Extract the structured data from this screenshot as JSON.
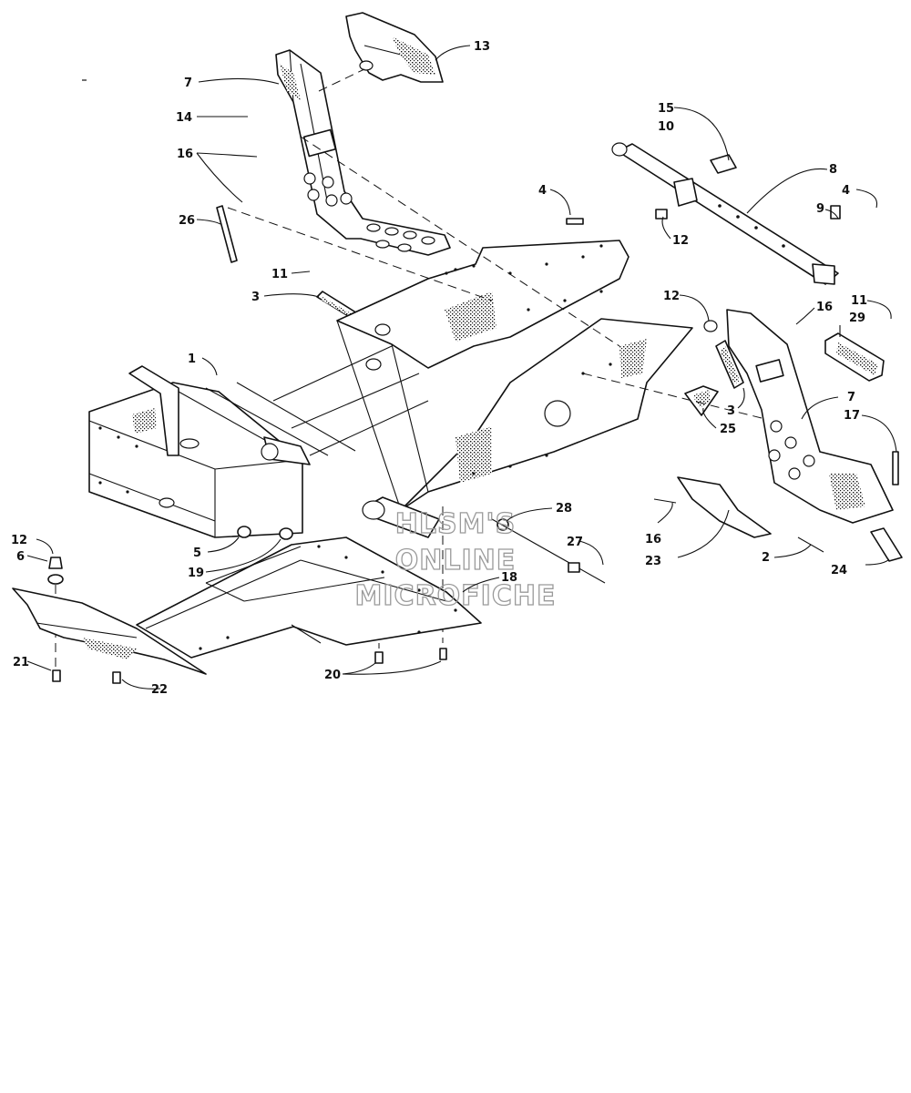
{
  "watermark": {
    "lines": [
      "HLSM'S",
      "ONLINE",
      "MICROFICHE"
    ]
  },
  "callouts": [
    {
      "id": "c13",
      "label": "13"
    },
    {
      "id": "c7a",
      "label": "7"
    },
    {
      "id": "c14",
      "label": "14"
    },
    {
      "id": "c16a",
      "label": "16"
    },
    {
      "id": "c26",
      "label": "26"
    },
    {
      "id": "c11a",
      "label": "11"
    },
    {
      "id": "c3a",
      "label": "3"
    },
    {
      "id": "c1",
      "label": "1"
    },
    {
      "id": "c4a",
      "label": "4"
    },
    {
      "id": "c15",
      "label": "15"
    },
    {
      "id": "c10",
      "label": "10"
    },
    {
      "id": "c8",
      "label": "8"
    },
    {
      "id": "c4b",
      "label": "4"
    },
    {
      "id": "c9",
      "label": "9"
    },
    {
      "id": "c12a",
      "label": "12"
    },
    {
      "id": "c12b",
      "label": "12"
    },
    {
      "id": "c16b",
      "label": "16"
    },
    {
      "id": "c11b",
      "label": "11"
    },
    {
      "id": "c29",
      "label": "29"
    },
    {
      "id": "c3b",
      "label": "3"
    },
    {
      "id": "c25",
      "label": "25"
    },
    {
      "id": "c7b",
      "label": "7"
    },
    {
      "id": "c17",
      "label": "17"
    },
    {
      "id": "c16c",
      "label": "16"
    },
    {
      "id": "c23",
      "label": "23"
    },
    {
      "id": "c2",
      "label": "2"
    },
    {
      "id": "c24",
      "label": "24"
    },
    {
      "id": "c28",
      "label": "28"
    },
    {
      "id": "c27",
      "label": "27"
    },
    {
      "id": "c18",
      "label": "18"
    },
    {
      "id": "c5",
      "label": "5"
    },
    {
      "id": "c19",
      "label": "19"
    },
    {
      "id": "c12c",
      "label": "12"
    },
    {
      "id": "c6",
      "label": "6"
    },
    {
      "id": "c21",
      "label": "21"
    },
    {
      "id": "c22",
      "label": "22"
    },
    {
      "id": "c20",
      "label": "20"
    }
  ]
}
